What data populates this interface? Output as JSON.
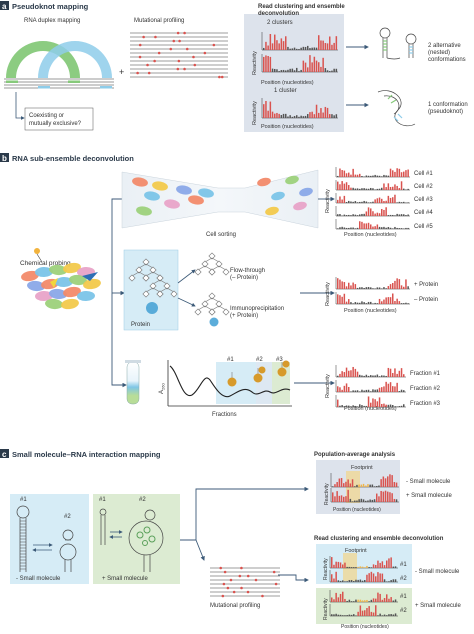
{
  "panel_a": {
    "letter": "a",
    "title": "Pseudoknot mapping",
    "duplex_label": "RNA duplex mapping",
    "mut_label": "Mutational profiling",
    "plus": "+",
    "read_title_1": "Read clustering and ensemble",
    "read_title_2": "deconvolution",
    "question_1": "Coexisting or",
    "question_2": "mutually exclusive?",
    "clusters2": "2 clusters",
    "cluster1": "1 cluster",
    "reactivity": "Reactivity",
    "position": "Position (nucleotides)",
    "out1_1": "2 alternative",
    "out1_2": "(nested)",
    "out1_3": "conformations",
    "out2_1": "1 conformation",
    "out2_2": "(pseudoknot)"
  },
  "panel_b": {
    "letter": "b",
    "title": "RNA sub-ensemble deconvolution",
    "chem": "Chemical probing",
    "cell_sorting": "Cell sorting",
    "flow_1": "Flow-through",
    "flow_2": "(– Protein)",
    "ip_1": "Immunoprecipitation",
    "ip_2": "(+ Protein)",
    "protein": "Protein",
    "a260": "A",
    "a260_sub": "260",
    "fractions": "Fractions",
    "frac_markers": [
      "#1",
      "#2",
      "#3"
    ],
    "cells": [
      "Cell #1",
      "Cell #2",
      "Cell #3",
      "Cell #4",
      "Cell #5"
    ],
    "prot_labels": [
      "+ Protein",
      "– Protein"
    ],
    "frac_labels": [
      "Fraction #1",
      "Fraction #2",
      "Fraction #3"
    ],
    "reactivity": "Reactivity",
    "position": "Position (nucleotides)"
  },
  "panel_c": {
    "letter": "c",
    "title": "Small molecule–RNA interaction mapping",
    "n1": "#1",
    "n2": "#2",
    "minus_sm": "- Small molecule",
    "plus_sm": "+ Small molecule",
    "pop_title": "Population-average analysis",
    "footprint": "Footprint",
    "pop_minus": "- Small molecule",
    "pop_plus": "+ Small molecule",
    "read_title": "Read clustering and ensemble deconvolution",
    "rc_labels": [
      "#1",
      "#2",
      "#1",
      "#2"
    ],
    "rc_minus": "- Small molecule",
    "rc_plus": "+ Small molecule",
    "mut_profiling": "Mutational profiling",
    "reactivity": "Reactivity",
    "position": "Position (nucleotides)"
  },
  "colors": {
    "panel_a_bg": "#dde3ec",
    "panel_b_blue": "#d6ecf6",
    "panel_c_blue": "#d6ecf6",
    "panel_c_green": "#dcebd2",
    "reactivity_bar": "#d9534f",
    "arrow": "#3c5a78",
    "duplex_green": "#86c97a",
    "duplex_blue": "#8ecdea"
  }
}
